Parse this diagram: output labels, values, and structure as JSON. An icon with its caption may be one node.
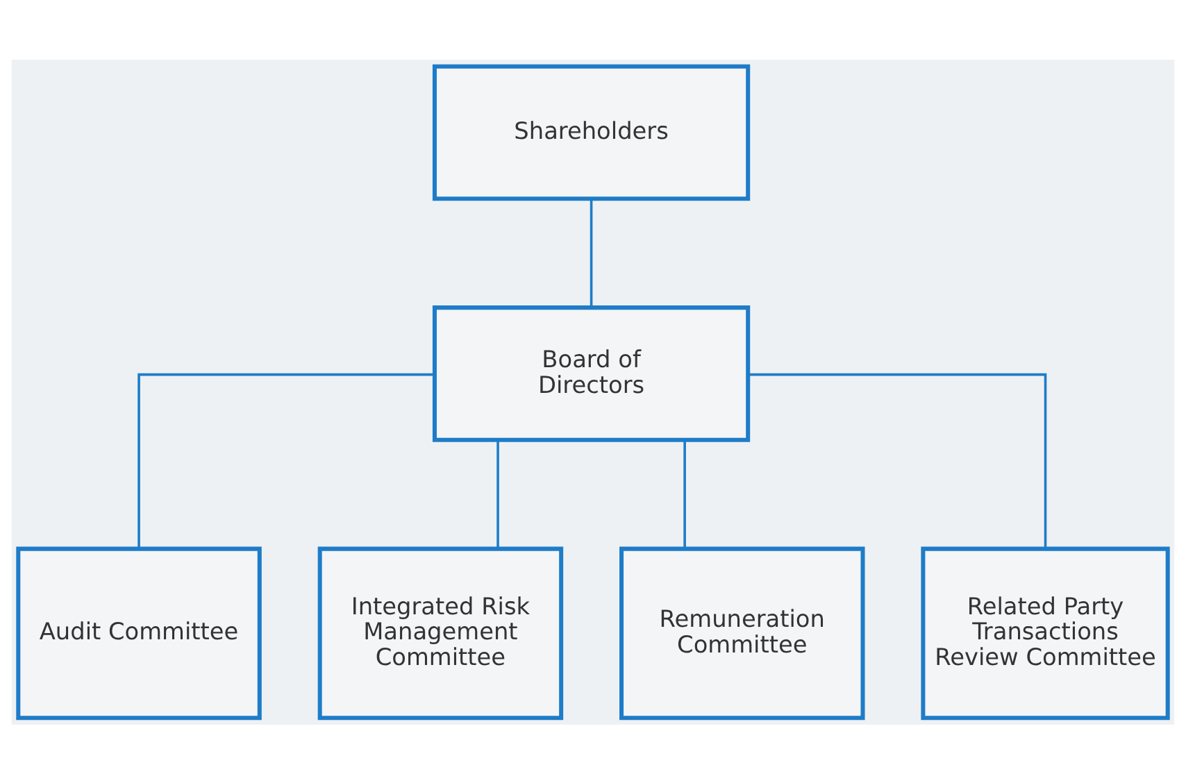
{
  "diagram": {
    "nodes": [
      {
        "text": [
          "Shareholders"
        ]
      },
      {
        "text": [
          "Board of Directors"
        ]
      },
      {
        "text": [
          "Audit Committee"
        ]
      },
      {
        "text": [
          "Integrated Risk Management Committee"
        ]
      },
      {
        "text": [
          "Remuneration Committee"
        ]
      },
      {
        "text": [
          "Related Party Transactions Review Committee"
        ]
      }
    ],
    "edges": [
      {
        "from": 0,
        "to": 1,
        "arrow": "none"
      },
      {
        "from": 1,
        "to": 2,
        "arrow": "none"
      },
      {
        "from": 1,
        "to": 3,
        "arrow": "none"
      },
      {
        "from": 1,
        "to": 4,
        "arrow": "none"
      },
      {
        "from": 1,
        "to": 5,
        "arrow": "none"
      }
    ]
  }
}
